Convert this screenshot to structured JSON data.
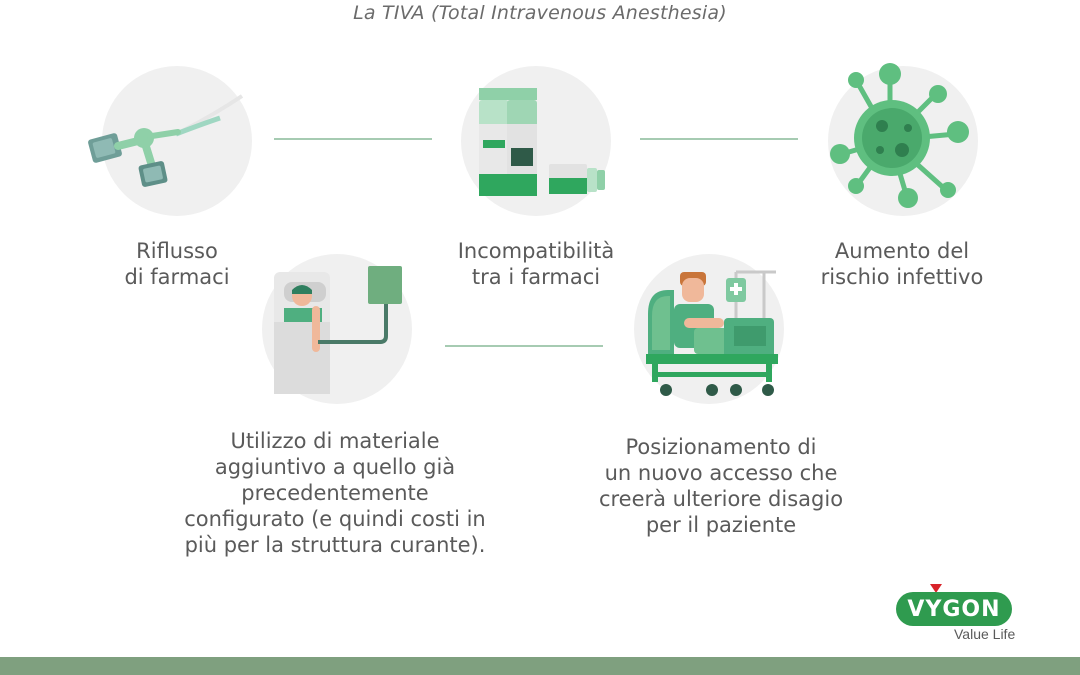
{
  "title": "La TIVA (Total Intravenous Anesthesia)",
  "items": [
    {
      "icon": "iv-connector-icon",
      "label": "Riflusso\ndi farmaci"
    },
    {
      "icon": "drug-vials-icon",
      "label": "Incompatibilità\ntra i farmaci"
    },
    {
      "icon": "virus-icon",
      "label": "Aumento del\nrischio infettivo"
    },
    {
      "icon": "patient-iv-bed-icon",
      "label": "Utilizzo di materiale\naggiuntivo a quello già\nprecedentemente\nconfigurato (e quindi costi in\npiù per la struttura curante)."
    },
    {
      "icon": "hospital-bed-patient-icon",
      "label": "Posizionamento di\nun nuovo accesso che\ncreerà ulteriore disagio\nper il paziente"
    }
  ],
  "brand": {
    "name": "VYGON",
    "tagline": "Value Life"
  },
  "colors": {
    "accent": "#3aa566",
    "light_green": "#6fc08f",
    "teal": "#4f9e8a",
    "connector": "#a6cbb2",
    "footer": "#7fa07f",
    "brand_red": "#d8232a"
  }
}
